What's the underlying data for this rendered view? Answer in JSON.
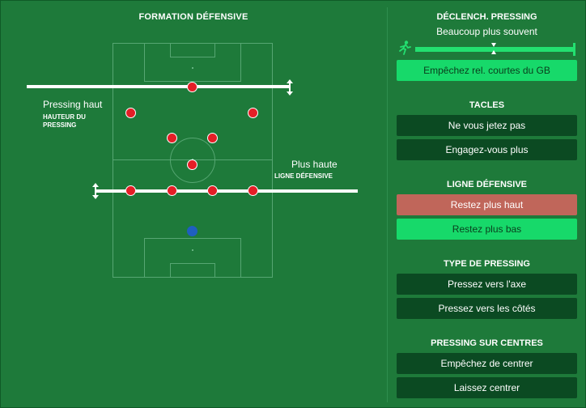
{
  "left_panel": {
    "title": "FORMATION DÉFENSIVE",
    "pressing_label": "Pressing haut",
    "pressing_caption": "HAUTEUR DU PRESSING",
    "line_label": "Plus haute",
    "line_caption": "LIGNE DÉFENSIVE"
  },
  "pressing_trigger": {
    "title": "DÉCLENCH. PRESSING",
    "value": "Beaucoup plus souvent",
    "button": "Empêchez rel. courtes du GB"
  },
  "tackles": {
    "title": "TACLES",
    "options": [
      "Ne vous jetez pas",
      "Engagez-vous plus"
    ]
  },
  "defensive_line": {
    "title": "LIGNE DÉFENSIVE",
    "options": [
      "Restez plus haut",
      "Restez plus bas"
    ]
  },
  "pressing_type": {
    "title": "TYPE DE PRESSING",
    "options": [
      "Pressez vers l'axe",
      "Pressez vers les côtés"
    ]
  },
  "crosses": {
    "title": "PRESSING SUR CENTRES",
    "options": [
      "Empêchez de centrer",
      "Laissez centrer"
    ]
  },
  "colors": {
    "background": "#1e7a3a",
    "active_option": "#17d96a",
    "warning_option": "#c0665a",
    "player": "#e41e26",
    "goalkeeper": "#1f5fbf"
  }
}
